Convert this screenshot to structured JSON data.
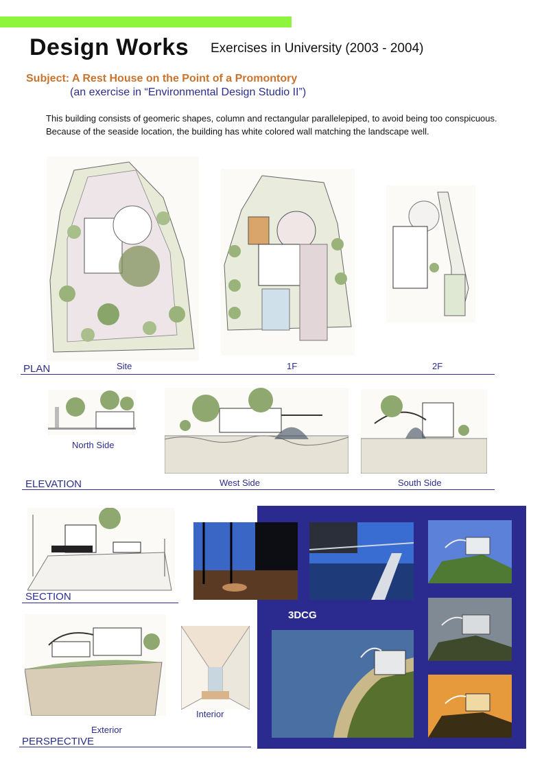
{
  "header": {
    "title": "Design Works",
    "subtitle": "Exercises in University (2003 - 2004)"
  },
  "subject": {
    "line1": "Subject: A Rest House on the Point of a Promontory",
    "line2": "(an exercise in “Environmental Design Studio II”)"
  },
  "description": {
    "line1": "This building consists of geomeric shapes, column and rectangular parallelepiped, to avoid being too conspicuous.",
    "line2": "Because of the seaside location, the building has white colored wall matching the landscape well."
  },
  "plan": {
    "label": "PLAN",
    "captions": [
      "Site",
      "1F",
      "2F"
    ]
  },
  "elevation": {
    "label": "ELEVATION",
    "captions": [
      "North Side",
      "West Side",
      "South Side"
    ]
  },
  "section": {
    "label": "SECTION"
  },
  "perspective": {
    "label": "PERSPECTIVE",
    "captions": [
      "Exterior",
      "Interior"
    ]
  },
  "cg": {
    "label": "3DCG"
  },
  "colors": {
    "accent_bar": "#8ef53c",
    "subject": "#c9742e",
    "navy": "#2b2d8c",
    "cg_panel": "#2b2b8f"
  }
}
